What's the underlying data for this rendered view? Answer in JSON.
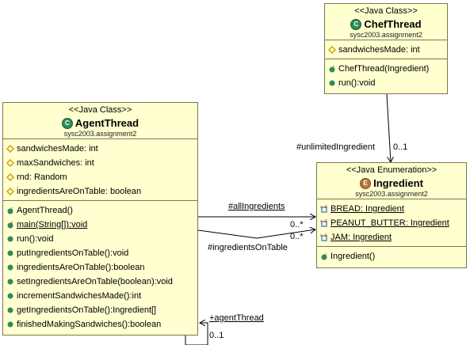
{
  "chef": {
    "stereotype": "<<Java Class>>",
    "name": "ChefThread",
    "package": "sysc2003.assignment2",
    "attributes": [
      "sandwichesMade: int"
    ],
    "operations": [
      "ChefThread(Ingredient)",
      "run():void"
    ]
  },
  "agent": {
    "stereotype": "<<Java Class>>",
    "name": "AgentThread",
    "package": "sysc2003.assignment2",
    "attributes": [
      "sandwichesMade: int",
      "maxSandwiches: int",
      "rnd: Random",
      "ingredientsAreOnTable: boolean"
    ],
    "operations": [
      "AgentThread()",
      "main(String[]):void",
      "run():void",
      "putIngredientsOnTable():void",
      "ingredientsAreOnTable():boolean",
      "setIngredientsAreOnTable(boolean):void",
      "incrementSandwichesMade():int",
      "getIngredientsOnTable():Ingredient[]",
      "finishedMakingSandwiches():boolean"
    ]
  },
  "ingredient": {
    "stereotype": "<<Java Enumeration>>",
    "name": "Ingredient",
    "package": "sysc2003.assignment2",
    "literals": [
      "BREAD: Ingredient",
      "PEANUT_BUTTER: Ingredient",
      "JAM: Ingredient"
    ],
    "operations": [
      "Ingredient()"
    ]
  },
  "edges": {
    "unlimited_role": "#unlimitedIngredient",
    "unlimited_mult": "0..1",
    "all_role": "#allIngredients",
    "all_mult": "0..*",
    "table_role": "#ingredientsOnTable",
    "table_mult": "0..*",
    "self_role": "+agentThread",
    "self_mult": "0..1"
  },
  "colors": {
    "class_fill": "#ffffd0",
    "class_border": "#7a7a4a",
    "class_icon": "#2e8b57",
    "enum_icon": "#b8743a",
    "attr_icon": "#c8a000",
    "method_icon": "#2e8b57",
    "static_icon": "#cc2222"
  }
}
